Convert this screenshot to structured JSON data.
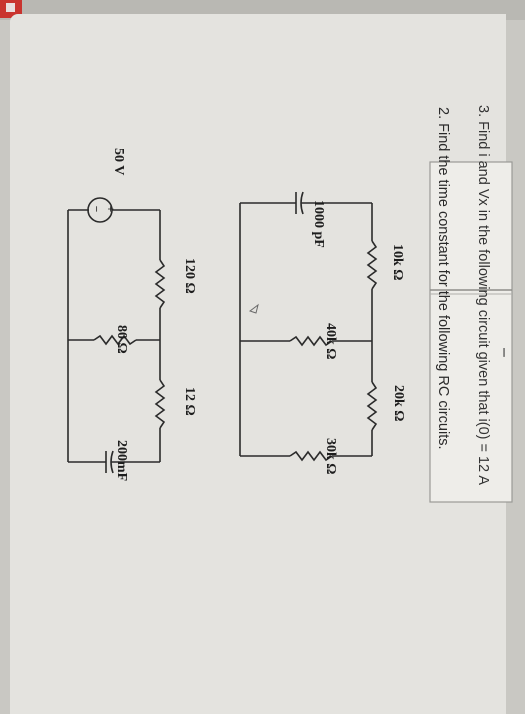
{
  "page": {
    "question2": "2. Find the time constant for the following RC circuits.",
    "question3": "3. Find i and Vx in the following circuit given that i(0) = 12 A"
  },
  "form_box": {
    "field_value": "–"
  },
  "circuit_a": {
    "capacitor": "1000 pF",
    "r1": "10k Ω",
    "r2": "20k Ω",
    "r3": "40k Ω",
    "r4": "30k Ω"
  },
  "circuit_b": {
    "source": "50 V",
    "source_plus": "+",
    "source_minus": "−",
    "r1": "120 Ω",
    "r2": "12 Ω",
    "r3": "80 Ω",
    "capacitor": "200mF"
  },
  "colors": {
    "paper": "#e4e3df",
    "ink": "#2a2a2a",
    "tab": "#c9342f"
  }
}
